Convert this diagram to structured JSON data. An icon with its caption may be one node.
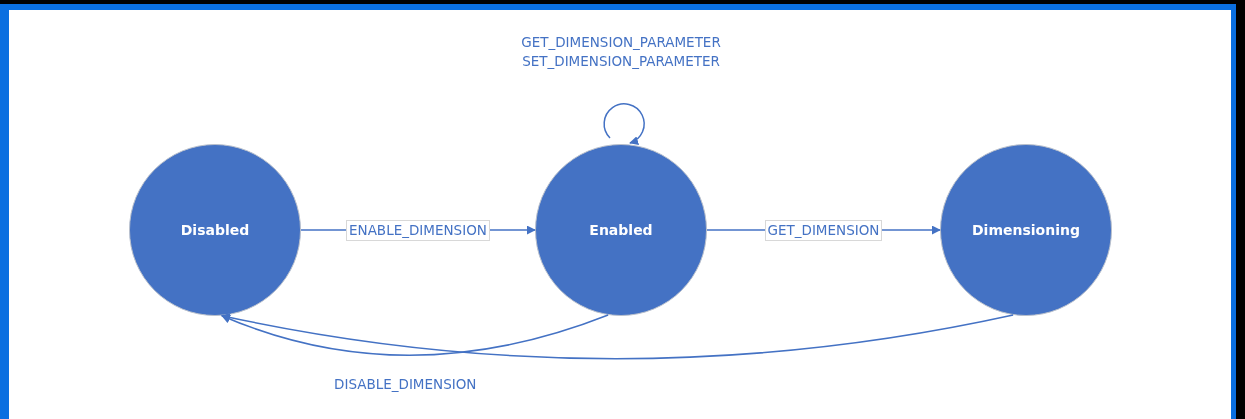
{
  "diagram": {
    "nodes": [
      {
        "text": [
          "Disabled"
        ]
      },
      {
        "text": [
          "Enabled"
        ]
      },
      {
        "text": [
          "Dimensioning"
        ]
      }
    ],
    "edges": [
      {
        "from": 0,
        "to": 1,
        "arrow": "to",
        "label": "ENABLE_DIMENSION"
      },
      {
        "from": 1,
        "to": 2,
        "arrow": "to",
        "label": "GET_DIMENSION"
      },
      {
        "from": 1,
        "to": 1,
        "arrow": "to",
        "label": "GET_DIMENSION_PARAMETER SET_DIMENSION_PARAMETER"
      },
      {
        "from": 1,
        "to": 0,
        "arrow": "to",
        "label": "DISABLE_DIMENSION"
      },
      {
        "from": 2,
        "to": 0,
        "arrow": "to"
      }
    ]
  }
}
